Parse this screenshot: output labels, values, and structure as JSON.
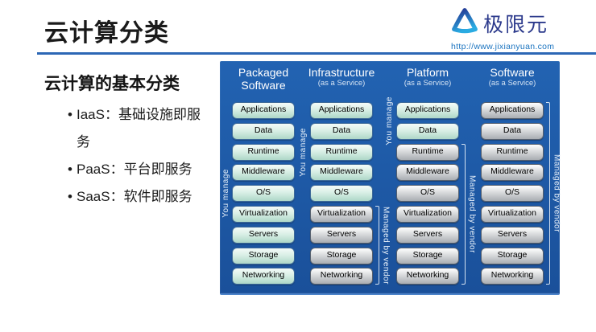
{
  "title": "云计算分类",
  "logo": {
    "name": "极限元",
    "url": "http://www.jixianyuan.com"
  },
  "left_panel": {
    "heading": "云计算的基本分类",
    "bullets": [
      "IaaS：基础设施即服务",
      "PaaS：平台即服务",
      "SaaS：软件即服务"
    ]
  },
  "diagram": {
    "layers": [
      "Applications",
      "Data",
      "Runtime",
      "Middleware",
      "O/S",
      "Virtualization",
      "Servers",
      "Storage",
      "Networking"
    ],
    "label_you_manage": "You manage",
    "label_managed_by_vendor": "Managed by vendor",
    "columns": [
      {
        "title": "Packaged Software",
        "subtitle": "",
        "you_manage_layers": 9
      },
      {
        "title": "Infrastructure",
        "subtitle": "(as a Service)",
        "you_manage_layers": 5
      },
      {
        "title": "Platform",
        "subtitle": "(as a Service)",
        "you_manage_layers": 2
      },
      {
        "title": "Software",
        "subtitle": "(as a Service)",
        "you_manage_layers": 0
      }
    ]
  },
  "colors": {
    "title_text": "#1a1a1a",
    "underline": "#2c67b5",
    "logo_text": "#2c3a8c",
    "logo_url": "#1b74c0",
    "panel_bg_top": "#2263b2",
    "panel_bg_bottom": "#1a509a",
    "teal_box_top": "#f4fbf8",
    "teal_box_bottom": "#aed7c7",
    "teal_border": "#3e6a99",
    "gray_box_top": "#ffffff",
    "gray_box_bottom": "#a9adb2",
    "gray_border": "#57616f",
    "label_text": "#e8f1fa"
  }
}
